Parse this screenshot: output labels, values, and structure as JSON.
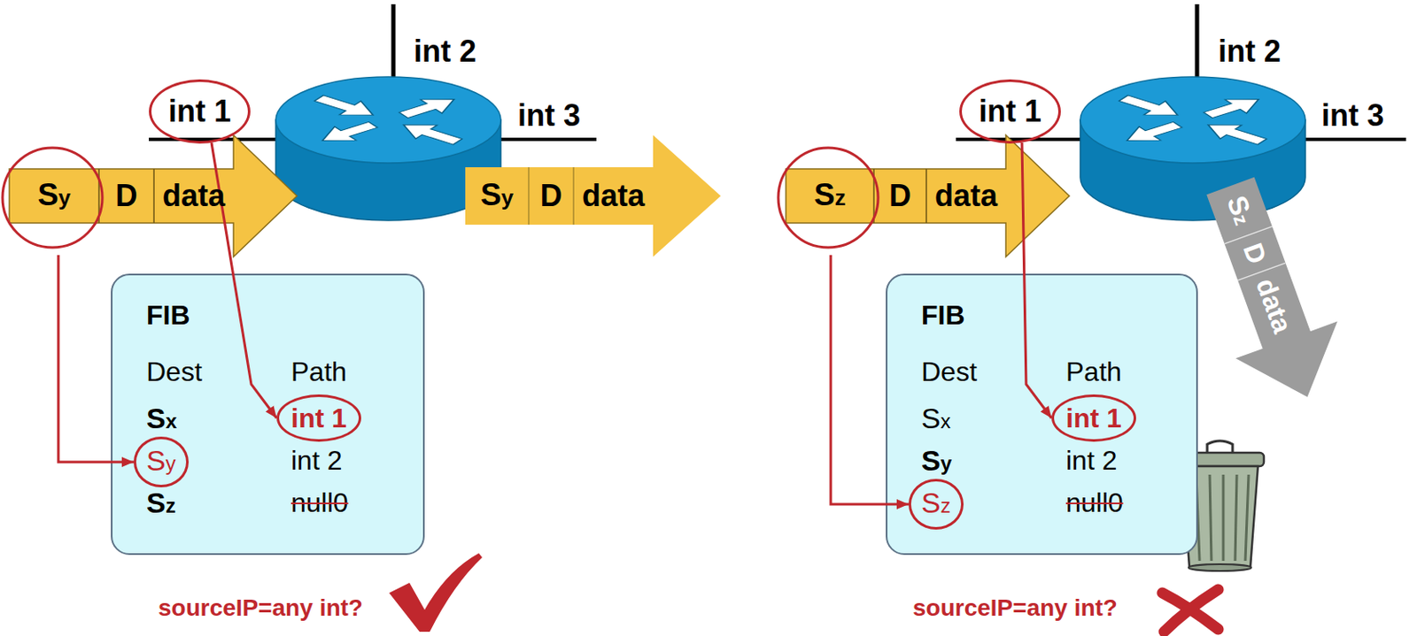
{
  "diagram": {
    "nodes": [
      {
        "text": [
          "Sy",
          "D",
          "data"
        ]
      },
      {
        "text": [
          "Sy",
          "D",
          "data"
        ]
      },
      {
        "text": [
          "int 1"
        ]
      },
      {
        "text": [
          "FIB",
          "Dest",
          "Path",
          "Sx",
          "int 2",
          "Sz",
          "null0"
        ]
      },
      {
        "text": [
          "Sy"
        ],
        "in": 3
      },
      {
        "text": [
          "int 1"
        ],
        "in": 3
      },
      {
        "text": [
          "Sz",
          "D",
          "data"
        ]
      },
      {
        "text": [
          "Sz",
          "D",
          "data"
        ]
      },
      {
        "text": [
          "int 1"
        ]
      },
      {
        "text": [
          "FIB",
          "Dest",
          "Path",
          "Sx",
          "Sy",
          "int 2",
          "null0"
        ]
      },
      {
        "text": [
          "Sz"
        ],
        "in": 9
      },
      {
        "text": [
          "int 1"
        ],
        "in": 9
      }
    ],
    "edges": [
      {
        "from": 0,
        "to": 4,
        "arrow": "to"
      },
      {
        "from": 2,
        "to": 5,
        "arrow": "to"
      },
      {
        "from": 6,
        "to": 10,
        "arrow": "to"
      },
      {
        "from": 8,
        "to": 11,
        "arrow": "to"
      }
    ],
    "labels": [
      "int 2",
      "int 3",
      "sourceIP=any int?",
      "int 2",
      "int 3",
      "sourceIP=any int?"
    ]
  }
}
